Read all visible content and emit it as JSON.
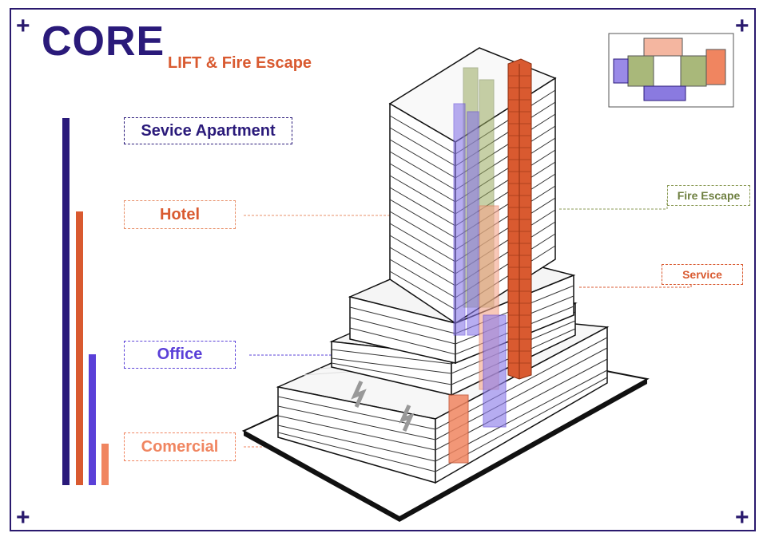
{
  "header": {
    "title": "CORE",
    "subtitle": "LIFT & Fire Escape"
  },
  "plus_marks": [
    "+",
    "+",
    "+",
    "+"
  ],
  "labels": {
    "service_apartment": "Sevice Apartment",
    "hotel": "Hotel",
    "office": "Office",
    "commercial": "Comercial",
    "fire_escape": "Fire Escape",
    "service": "Service"
  },
  "colors": {
    "navy": "#2a1a7a",
    "orange": "#d95a30",
    "purple": "#5a40d8",
    "salmon": "#f08560",
    "olive": "#6e7f40",
    "frame": "#2a1a6e"
  },
  "height_bars": [
    {
      "name": "service-apartment",
      "color": "#2a1a7a"
    },
    {
      "name": "hotel",
      "color": "#d95a30"
    },
    {
      "name": "office",
      "color": "#5a40d8"
    },
    {
      "name": "commercial",
      "color": "#f08560"
    }
  ]
}
